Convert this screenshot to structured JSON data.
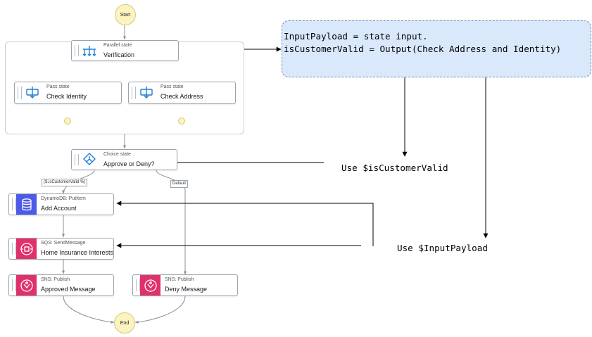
{
  "start": {
    "label": "Start"
  },
  "end": {
    "label": "End"
  },
  "parallel": {
    "type": "Parallel state",
    "name": "Verification"
  },
  "check_identity": {
    "type": "Pass state",
    "name": "Check Identity"
  },
  "check_address": {
    "type": "Pass state",
    "name": "Check Address"
  },
  "choice": {
    "type": "Choice state",
    "name": "Approve or Deny?"
  },
  "branch_labels": {
    "condition": "($.isCustomerValid %)",
    "default": "Default"
  },
  "add_account": {
    "type": "DynamoDB: PutItem",
    "name": "Add Account"
  },
  "home_insurance": {
    "type": "SQS: SendMessage",
    "name": "Home Insurance Interests"
  },
  "approved": {
    "type": "SNS: Publish",
    "name": "Approved Message"
  },
  "deny": {
    "type": "SNS: Publish",
    "name": "Deny Message"
  },
  "note": {
    "line1": "InputPayload = state input.",
    "line2": "isCustomerValid = Output(Check Address and Identity)"
  },
  "use_is_customer_valid": "Use $isCustomerValid",
  "use_input_payload": "Use $InputPayload",
  "colors": {
    "dynamodb": "#4d5ae6",
    "app_integration": "#e0316d",
    "terminal_fill": "#fbf3c0",
    "note_fill": "#dae8fc",
    "note_border": "#6c8ebf"
  }
}
